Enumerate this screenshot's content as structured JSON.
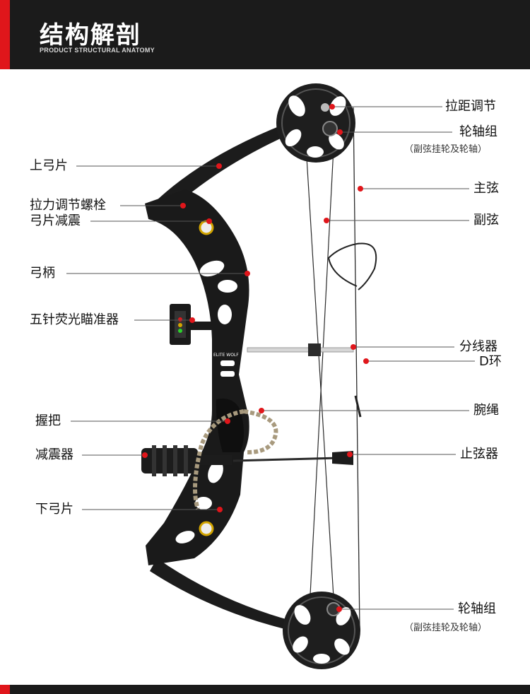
{
  "header": {
    "title": "结构解剖",
    "subtitle": "PRODUCT STRUCTURAL ANATOMY"
  },
  "bow": {
    "brand_text": "ELITE WOLF"
  },
  "labels": {
    "left": {
      "upper_limb": "上弓片",
      "draw_weight_bolt": "拉力调节螺栓",
      "limb_dampener": "弓片减震",
      "riser": "弓柄",
      "sight": "五针荧光瞄准器",
      "grip": "握把",
      "stabilizer": "减震器",
      "lower_limb": "下弓片"
    },
    "right": {
      "draw_length_adjust": "拉距调节",
      "cam_assembly_top": "轮轴组",
      "cam_assembly_top_note": "（副弦挂轮及轮轴）",
      "main_string": "主弦",
      "cable": "副弦",
      "cable_slide": "分线器",
      "d_loop": "D环",
      "wrist_sling": "腕绳",
      "string_stop": "止弦器",
      "cam_assembly_bottom": "轮轴组",
      "cam_assembly_bottom_note": "（副弦挂轮及轮轴）"
    }
  },
  "colors": {
    "header_bg": "#1b1b1b",
    "accent_red": "#e0161b",
    "marker_red": "#e0161b",
    "leader_line": "#555555",
    "bow_black": "#1a1a1a"
  }
}
